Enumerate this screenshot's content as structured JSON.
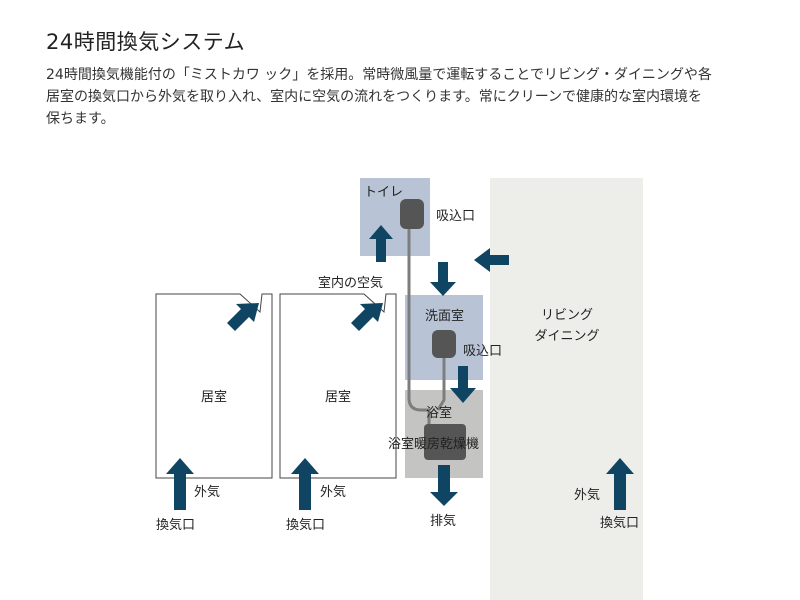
{
  "title": "24時間換気システム",
  "description": [
    "24時間換気機能付の「ミストカワ ック」を採用。常時微風量で運転することでリビング・ダイニングや各",
    "居室の換気口から外気を取り入れ、室内に空気の流れをつくります。常にクリーンで健康的な室内環境を",
    "保ちます。"
  ],
  "rooms": {
    "toilet": "トイレ",
    "washroom": "洗面室",
    "bathroom": "浴室",
    "living_line1": "リビング",
    "living_line2": "ダイニング",
    "bedroom1": "居室",
    "bedroom2": "居室"
  },
  "labels": {
    "intake_toilet": "吸込口",
    "intake_washroom": "吸込口",
    "indoor_air": "室内の空気",
    "bath_dryer": "浴室暖房乾燥機",
    "exhaust": "排気",
    "outside_air_1": "外気",
    "outside_air_2": "外気",
    "outside_air_3": "外気",
    "vent_1": "換気口",
    "vent_2": "換気口",
    "vent_3": "換気口"
  },
  "colors": {
    "arrow": "#0f4563",
    "toilet_wash_fill": "#b9c3d6",
    "bath_fill": "#c4c4c2",
    "living_fill": "#ededea",
    "duct": "#7d7d7d",
    "unit": "#555555"
  }
}
